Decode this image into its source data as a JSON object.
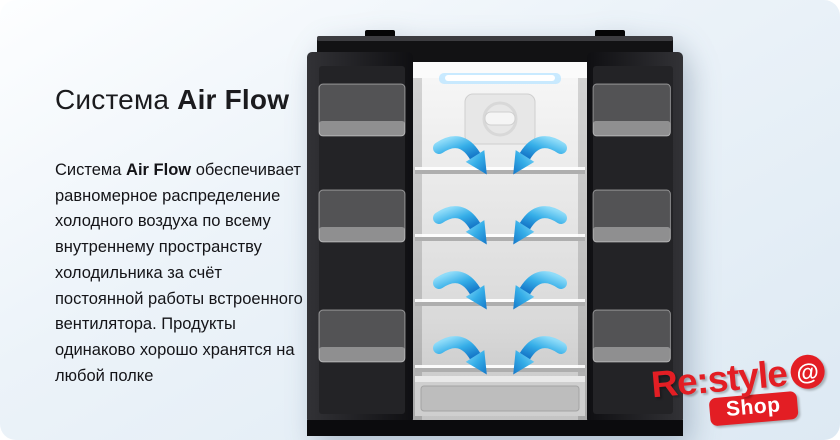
{
  "heading": {
    "prefix": "Система ",
    "brand": "Air Flow"
  },
  "description": {
    "prefix": "Система ",
    "brand": "Air Flow",
    "rest": " обеспечивает равномерное распределение холодного воздуха по всему внутреннему пространству холодильника за счёт постоянной работы встроенного вентилятора. Продукты одинаково хорошо хранятся на любой полке"
  },
  "logo": {
    "name": "Re:style",
    "at_symbol": "@",
    "badge": "Shop",
    "brand_color": "#e31e24"
  },
  "visual": {
    "background_top": "#fdfeff",
    "background_bottom": "#dde9f3",
    "arrow_gradient_start": "#8fdcf9",
    "arrow_gradient_end": "#1577c8",
    "text_color": "#141418"
  }
}
